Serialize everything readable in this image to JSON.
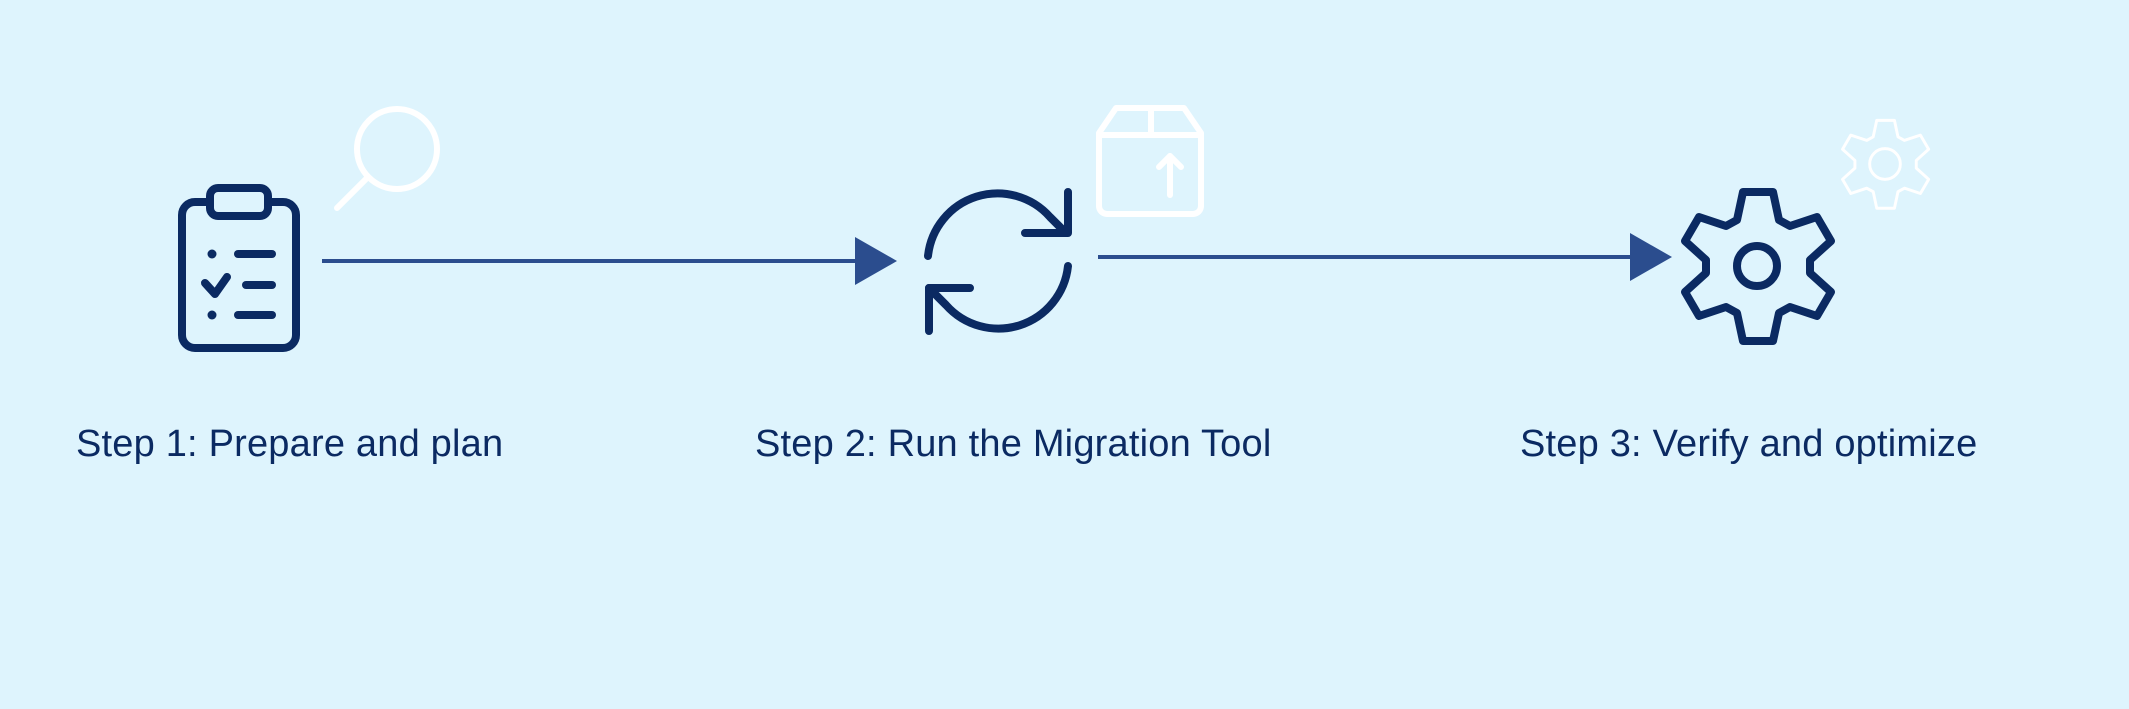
{
  "steps": [
    {
      "label": "Step 1: Prepare and plan",
      "icon": "clipboard-checklist-icon",
      "accent_icon": "magnifier-icon"
    },
    {
      "label": "Step 2: Run the Migration Tool",
      "icon": "sync-arrows-icon",
      "accent_icon": "box-upload-icon"
    },
    {
      "label": "Step 3: Verify and optimize",
      "icon": "gear-icon",
      "accent_icon": "small-gear-icon"
    }
  ],
  "colors": {
    "background": "#def4fd",
    "icon_dark": "#0b2a62",
    "connector": "#2b4d8e",
    "accent_icon": "#ffffff",
    "text": "#0b2a62"
  }
}
